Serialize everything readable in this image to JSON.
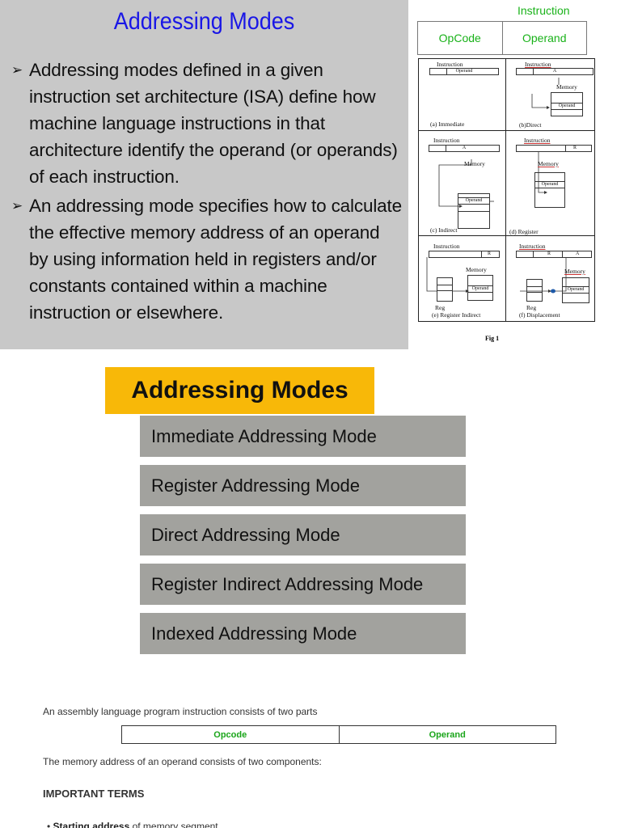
{
  "slide": {
    "title": "Addressing Modes",
    "bullet_mark": "➢",
    "bullets": [
      "Addressing modes defined in a given instruction set architecture (ISA) define how machine language instructions in that architecture identify the operand (or operands) of each instruction.",
      "An addressing mode specifies how to calculate the effective memory address of an operand by using information held in registers and/or constants contained within a machine instruction or elsewhere."
    ]
  },
  "instruction_format": {
    "label": "Instruction",
    "fields": [
      "OpCode",
      "Operand"
    ]
  },
  "figure": {
    "caption": "Fig 1",
    "panels": {
      "immediate": {
        "header": "Instruction",
        "field": "Operand",
        "label": "(a) Immediate"
      },
      "direct": {
        "header": "Instruction",
        "field": "A",
        "memory": "Memory",
        "operand": "Operand",
        "label": "(b)Direct"
      },
      "indirect": {
        "header": "Instruction",
        "field": "A",
        "memory": "Memory",
        "operand": "Operand",
        "label": "(c) Indirect"
      },
      "register": {
        "header": "Instruction",
        "field": "R",
        "memory": "Memory",
        "operand": "Operand",
        "label": "(d) Register"
      },
      "register_indirect": {
        "header": "Instruction",
        "field": "R",
        "memory": "Memory",
        "operand": "Operand",
        "reg": "Reg",
        "label": "(e) Register Indirect"
      },
      "displacement": {
        "header": "Instruction",
        "field_r": "R",
        "field_a": "A",
        "memory": "Memory",
        "operand": "Operand",
        "reg": "Reg",
        "label": "(f) Displacement"
      }
    }
  },
  "modes": {
    "header": "Addressing Modes",
    "items": [
      "Immediate Addressing Mode",
      "Register Addressing Mode",
      "Direct Addressing Mode",
      "Register Indirect Addressing Mode",
      "Indexed Addressing Mode"
    ]
  },
  "text": {
    "intro": "An assembly language program instruction consists of two parts",
    "parts": [
      "Opcode",
      "Operand"
    ],
    "memory_components": "The memory address of an operand consists of two components:",
    "terms_heading": "IMPORTANT TERMS",
    "list_item_bold": "Starting address",
    "list_item_rest": " of memory segment."
  },
  "colors": {
    "slide_bg": "#c8c8c8",
    "title_blue": "#1a17e6",
    "green": "#19b219",
    "header_yellow": "#f8b808",
    "item_gray": "#a2a29e"
  }
}
